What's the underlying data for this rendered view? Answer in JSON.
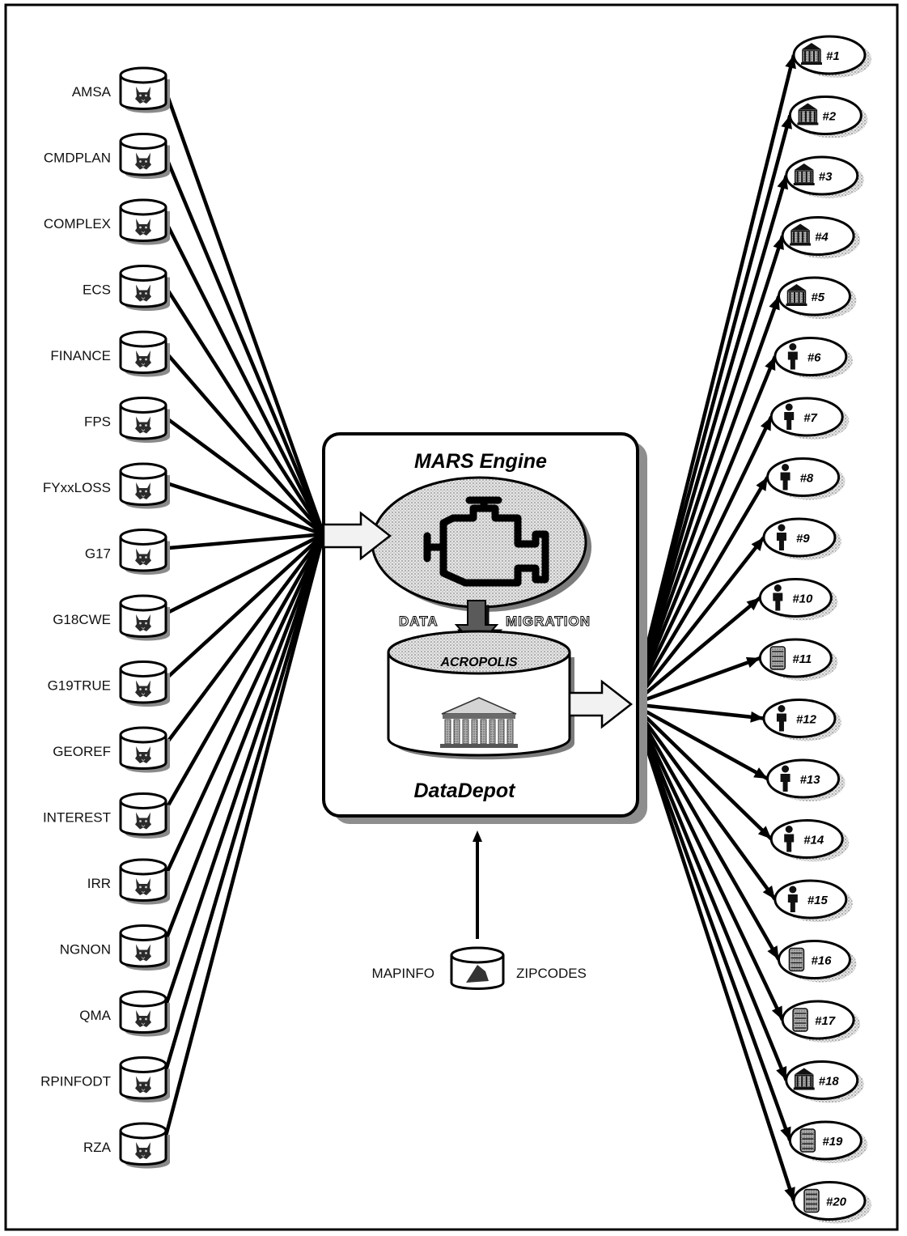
{
  "sources": [
    "AMSA",
    "CMDPLAN",
    "COMPLEX",
    "ECS",
    "FINANCE",
    "FPS",
    "FYxxLOSS",
    "G17",
    "G18CWE",
    "G19TRUE",
    "GEOREF",
    "INTEREST",
    "IRR",
    "NGNON",
    "QMA",
    "RPINFODT",
    "RZA"
  ],
  "engine": {
    "title": "MARS Engine",
    "data_label": "DATA",
    "migration_label": "MIGRATION",
    "db_label": "ACROPOLIS",
    "depot_label": "DataDepot"
  },
  "mapinfo": {
    "left_label": "MAPINFO",
    "right_label": "ZIPCODES"
  },
  "outputs": [
    {
      "label": "#1",
      "icon": "bank-icon"
    },
    {
      "label": "#2",
      "icon": "bank-icon"
    },
    {
      "label": "#3",
      "icon": "bank-icon"
    },
    {
      "label": "#4",
      "icon": "bank-icon"
    },
    {
      "label": "#5",
      "icon": "bank-icon"
    },
    {
      "label": "#6",
      "icon": "person-icon"
    },
    {
      "label": "#7",
      "icon": "person-icon"
    },
    {
      "label": "#8",
      "icon": "person-icon"
    },
    {
      "label": "#9",
      "icon": "person-icon"
    },
    {
      "label": "#10",
      "icon": "person-icon"
    },
    {
      "label": "#11",
      "icon": "server-icon"
    },
    {
      "label": "#12",
      "icon": "person-icon"
    },
    {
      "label": "#13",
      "icon": "person-icon"
    },
    {
      "label": "#14",
      "icon": "person-icon"
    },
    {
      "label": "#15",
      "icon": "person-icon"
    },
    {
      "label": "#16",
      "icon": "server-icon"
    },
    {
      "label": "#17",
      "icon": "server-icon"
    },
    {
      "label": "#18",
      "icon": "bank-icon"
    },
    {
      "label": "#19",
      "icon": "server-icon"
    },
    {
      "label": "#20",
      "icon": "server-icon"
    }
  ],
  "colors": {
    "stroke": "#000000",
    "shadow": "#9a9a9a",
    "arrow_fill": "#f2f2f2",
    "engine_fill": "#c8c8c8"
  }
}
